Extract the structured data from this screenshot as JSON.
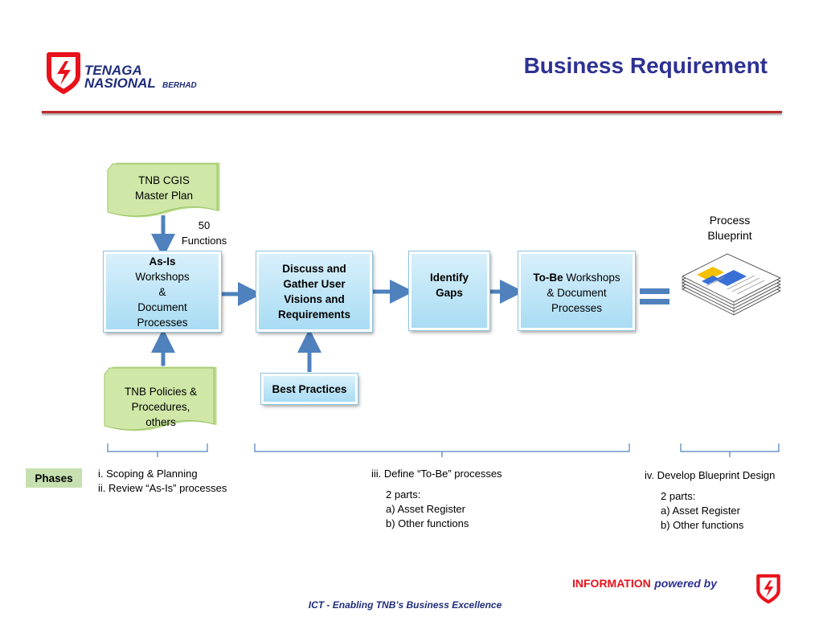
{
  "logo": {
    "line1": "TENAGA",
    "line2": "NASIONAL",
    "line3": "BERHAD"
  },
  "title": "Business Requirement",
  "inputs": {
    "master_plan": [
      "TNB CGIS",
      "Master Plan"
    ],
    "functions_note": [
      "50",
      "Functions"
    ],
    "policies": [
      "TNB Policies  &",
      "Procedures,",
      "others"
    ]
  },
  "process": {
    "as_is": [
      "As-Is",
      "Workshops",
      "&",
      "Document",
      "Processes"
    ],
    "discuss": [
      "Discuss and",
      "Gather User",
      "Visions and",
      "Requirements"
    ],
    "gaps": [
      "Identify",
      "Gaps"
    ],
    "to_be_bold": "To-Be",
    "to_be_rest": " Workshops",
    "to_be_lines": [
      "& Document",
      "Processes"
    ],
    "best_practices": "Best Practices"
  },
  "output": {
    "label": [
      "Process",
      "Blueprint"
    ]
  },
  "phases": {
    "tag": "Phases",
    "group1": [
      "i.   Scoping & Planning",
      "ii.  Review “As-Is” processes"
    ],
    "group2_title": "iii.  Define “To-Be” processes",
    "group2_parts": [
      "2 parts:",
      "a) Asset Register",
      "b) Other functions"
    ],
    "group3_title": "iv.  Develop Blueprint Design",
    "group3_parts": [
      "2 parts:",
      "a)  Asset Register",
      "b)  Other functions"
    ]
  },
  "footer": {
    "information": "INFORMATION",
    "powered": "powered by",
    "tagline": "ICT - Enabling TNB’s Business Excellence"
  },
  "colors": {
    "title": "#2e3192",
    "rule": "#c0282d",
    "box": "#a9dcf3",
    "note": "#cfe8a8",
    "arrow": "#4f81bd",
    "brand_red": "#e8121b"
  }
}
